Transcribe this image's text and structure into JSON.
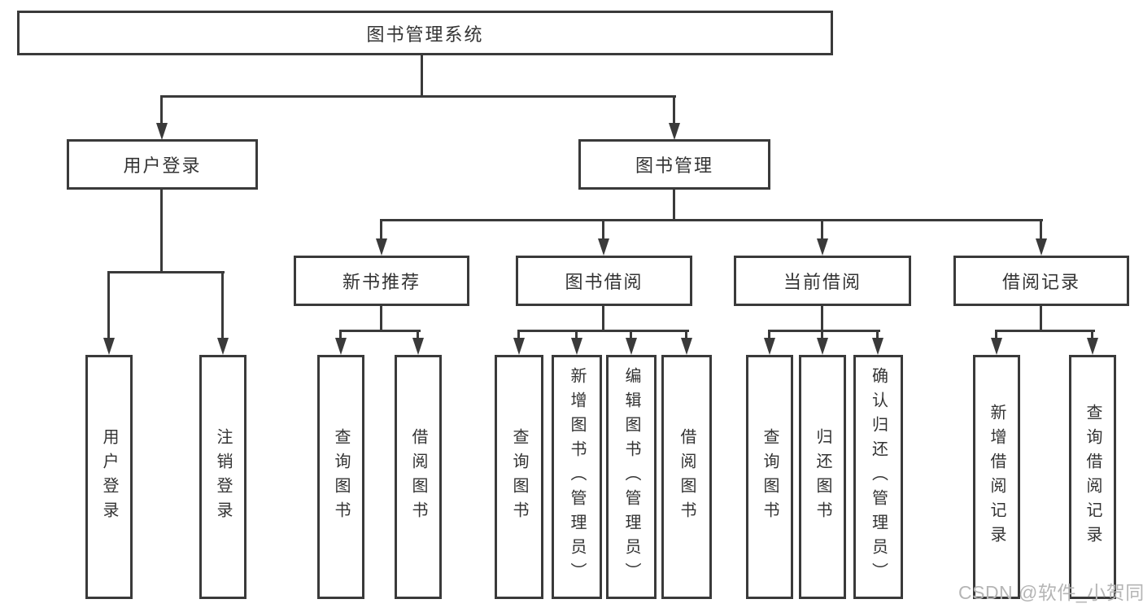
{
  "colors": {
    "line": "#3a3a3a",
    "box_bg": "#ffffff",
    "text": "#333333",
    "watermark": "#b5b5b5"
  },
  "diagram": {
    "root": {
      "label": "图书管理系统"
    },
    "user_login": {
      "label": "用户登录",
      "children": [
        {
          "label": "用户登录"
        },
        {
          "label": "注销登录"
        }
      ]
    },
    "book_mgmt": {
      "label": "图书管理",
      "children": [
        {
          "label": "新书推荐",
          "children": [
            {
              "label": "查询图书"
            },
            {
              "label": "借阅图书"
            }
          ]
        },
        {
          "label": "图书借阅",
          "children": [
            {
              "label": "查询图书"
            },
            {
              "label": "新增图书（管理员）"
            },
            {
              "label": "编辑图书（管理员）"
            },
            {
              "label": "借阅图书"
            }
          ]
        },
        {
          "label": "当前借阅",
          "children": [
            {
              "label": "查询图书"
            },
            {
              "label": "归还图书"
            },
            {
              "label": "确认归还（管理员）"
            }
          ]
        },
        {
          "label": "借阅记录",
          "children": [
            {
              "label": "新增借阅记录"
            },
            {
              "label": "查询借阅记录"
            }
          ]
        }
      ]
    }
  },
  "watermark": {
    "text": "CSDN @软件_小贺同学"
  }
}
